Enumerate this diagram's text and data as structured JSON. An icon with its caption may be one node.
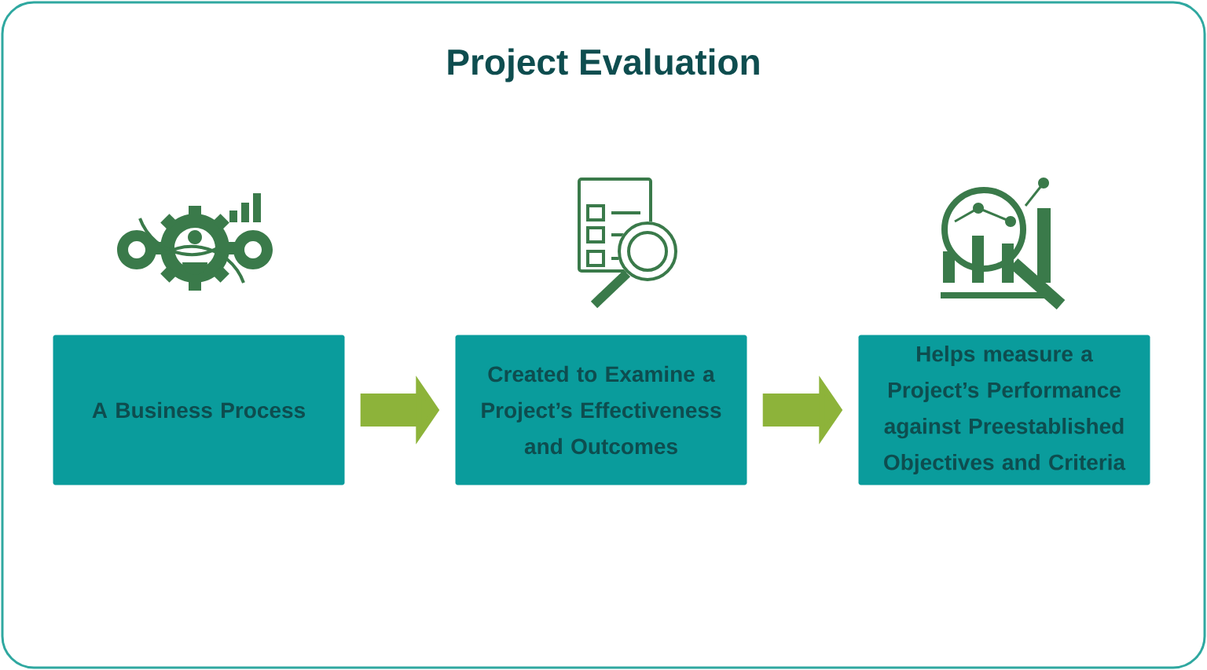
{
  "diagram": {
    "title": "Project Evaluation",
    "nodes": [
      {
        "text": [
          "A Business Process"
        ]
      },
      {
        "text": [
          "Created to Examine a Project’s Effectiveness and Outcomes"
        ]
      },
      {
        "text": [
          "Helps measure a Project’s Performance against Preestablished Objectives and Criteria"
        ]
      }
    ],
    "edges": [
      {
        "from": 0,
        "to": 1,
        "arrow": "to"
      },
      {
        "from": 1,
        "to": 2,
        "arrow": "to"
      }
    ]
  }
}
